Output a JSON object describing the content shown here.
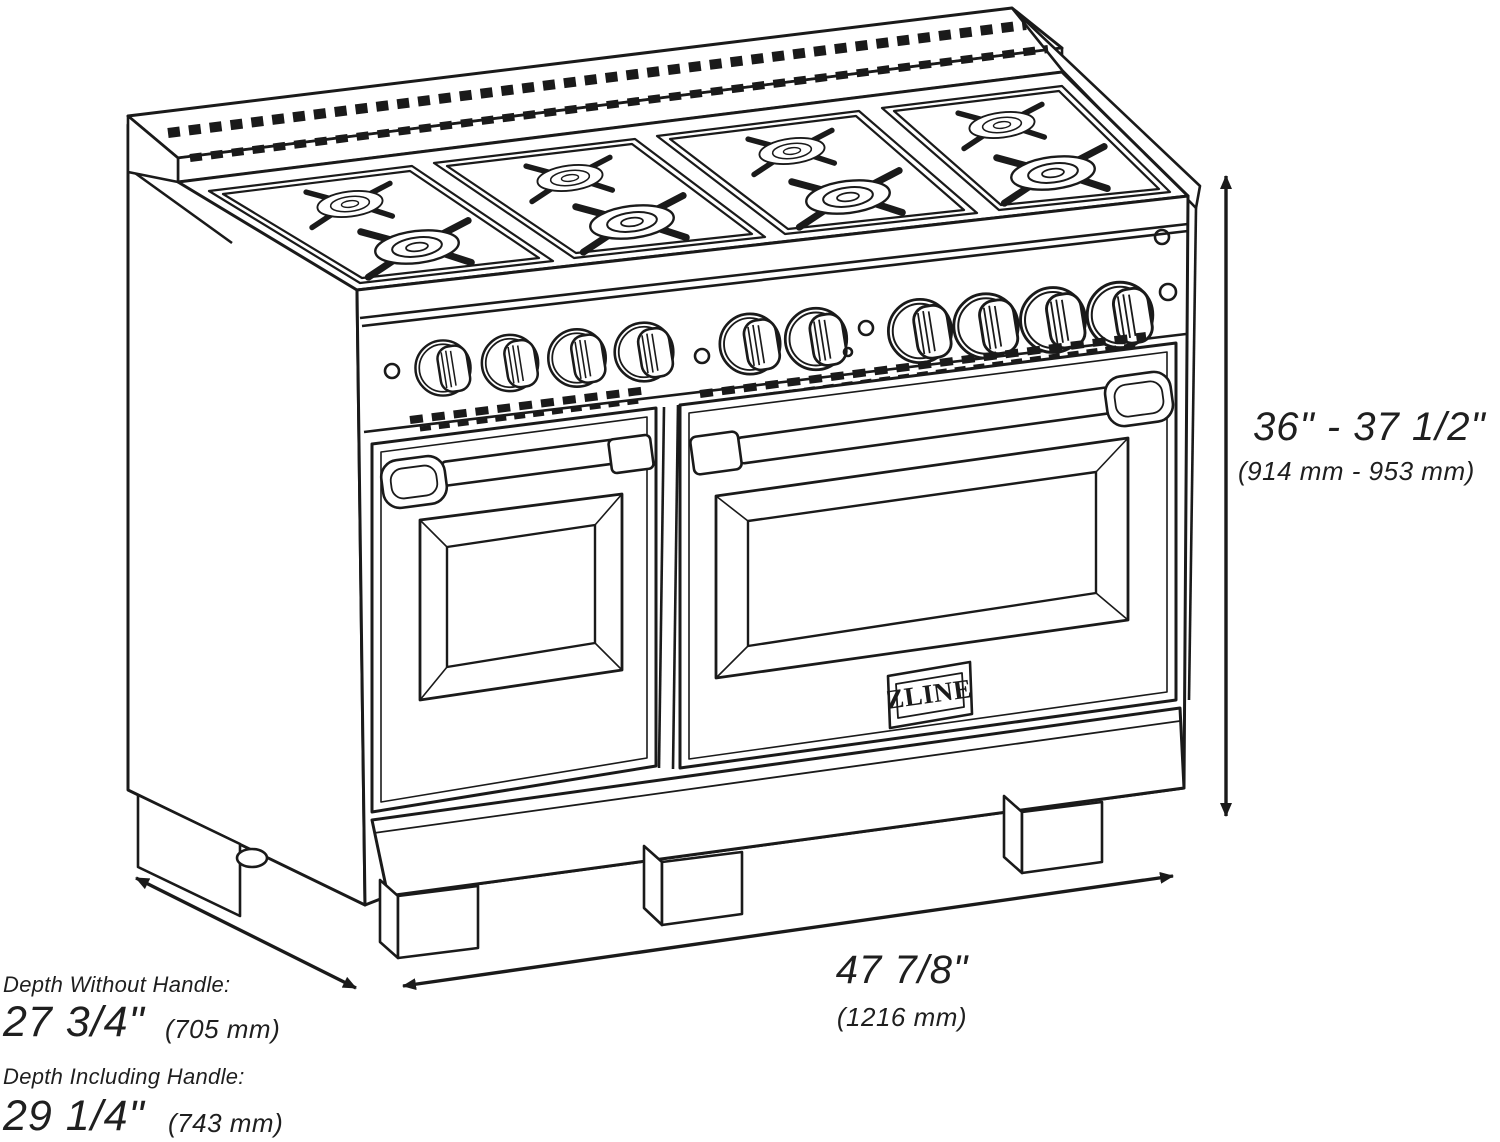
{
  "illustration": {
    "badge_text": "ZLINE",
    "burner_count": 8,
    "knob_count": 10,
    "door_count": 2
  },
  "dimensions": {
    "height": {
      "value": "36\" - 37 1/2\"",
      "metric": "(914 mm - 953 mm)"
    },
    "width": {
      "value": "47 7/8\"",
      "metric": "(1216 mm)"
    },
    "depth_without_handle": {
      "label": "Depth Without Handle:",
      "value": "27 3/4\"",
      "metric": "(705 mm)"
    },
    "depth_including_handle": {
      "label": "Depth Including Handle:",
      "value": "29 1/4\"",
      "metric": "(743 mm)"
    }
  },
  "colors": {
    "line": "#1a1a1a",
    "background": "#ffffff"
  }
}
